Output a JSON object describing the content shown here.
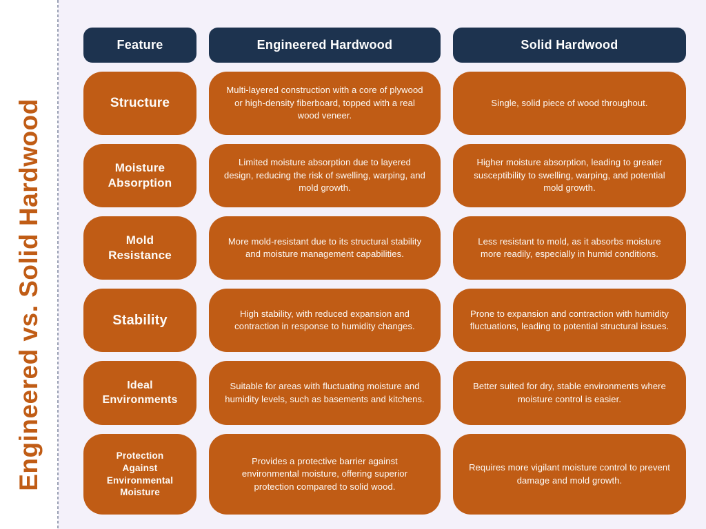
{
  "page": {
    "title": "Engineered vs. Solid Hardwood"
  },
  "theme": {
    "accent": "#c05c15",
    "navy": "#1d334f",
    "bg_main": "#f4f1fa",
    "bg_rail": "#ffffff",
    "divider": "#9aa0b4",
    "text_on_fill": "#ffffff"
  },
  "table": {
    "headers": [
      {
        "label": "Feature"
      },
      {
        "label": "Engineered Hardwood"
      },
      {
        "label": "Solid Hardwood"
      }
    ],
    "rows": [
      {
        "feature": "Structure",
        "engineered": "Multi-layered construction with a core of plywood or high-density fiberboard, topped with a real wood veneer.",
        "solid": "Single, solid piece of wood throughout."
      },
      {
        "feature": "Moisture Absorption",
        "engineered": "Limited moisture absorption due to layered design, reducing the risk of swelling, warping, and mold growth.",
        "solid": "Higher moisture absorption, leading to greater susceptibility to swelling, warping, and potential mold growth."
      },
      {
        "feature": "Mold Resistance",
        "engineered": "More mold-resistant due to its structural stability and moisture management capabilities.",
        "solid": "Less resistant to mold, as it absorbs moisture more readily, especially in humid conditions."
      },
      {
        "feature": "Stability",
        "engineered": "High stability, with reduced expansion and contraction in response to humidity changes.",
        "solid": "Prone to expansion and contraction with humidity fluctuations, leading to potential structural issues."
      },
      {
        "feature": "Ideal Environments",
        "engineered": "Suitable for areas with fluctuating moisture and humidity levels, such as basements and kitchens.",
        "solid": "Better suited for dry, stable environments where moisture control is easier."
      },
      {
        "feature": "Protection Against Environmental Moisture",
        "engineered": "Provides a protective barrier against environmental moisture, offering superior protection compared to solid wood.",
        "solid": "Requires more vigilant moisture control to prevent damage and mold growth."
      }
    ]
  }
}
